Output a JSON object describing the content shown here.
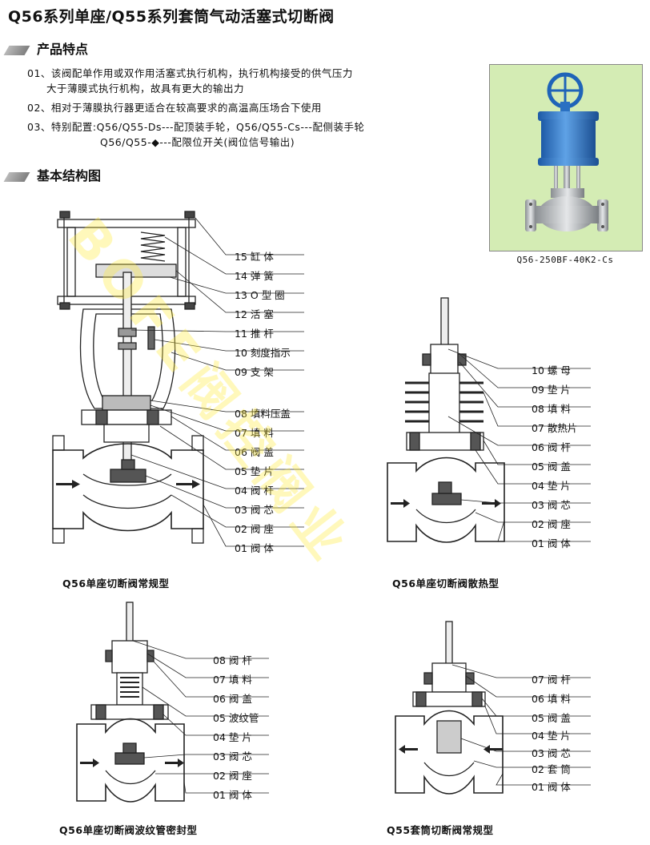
{
  "title": "Q56系列单座/Q55系列套筒气动活塞式切断阀",
  "features": {
    "heading": "产品特点",
    "lines": [
      "01、该阀配单作用或双作用活塞式执行机构，执行机构接受的供气压力",
      "大于薄膜式执行机构，故具有更大的输出力",
      "02、相对于薄膜执行器更适合在较高要求的高温高压场合下使用",
      "03、特别配置:Q56/Q55-Ds---配顶装手轮，Q56/Q55-Cs---配侧装手轮",
      "Q56/Q55-◆---配限位开关(阀位信号输出)"
    ]
  },
  "photo": {
    "caption": "Q56-250BF-40K2-Cs"
  },
  "structure": {
    "heading": "基本结构图"
  },
  "diagrams": {
    "d1": {
      "caption": "Q56单座切断阀常规型",
      "parts": [
        "15 缸    体",
        "14 弹    簧",
        "13 O 型 圈",
        "12 活    塞",
        "11 推    杆",
        "10 刻度指示",
        "09 支    架",
        "08 填料压盖",
        "07 填    料",
        "06 阀    盖",
        "05 垫    片",
        "04 阀    杆",
        "03 阀    芯",
        "02 阀    座",
        "01 阀    体"
      ]
    },
    "d2": {
      "caption": "Q56单座切断阀散热型",
      "parts": [
        "10 螺  母",
        "09 垫  片",
        "08 填  料",
        "07 散热片",
        "06 阀  杆",
        "05 阀  盖",
        "04 垫  片",
        "03 阀  芯",
        "02 阀  座",
        "01 阀  体"
      ]
    },
    "d3": {
      "caption": "Q56单座切断阀波纹管密封型",
      "parts": [
        "08 阀  杆",
        "07 填  料",
        "06 阀  盖",
        "05 波纹管",
        "04 垫  片",
        "03 阀  芯",
        "02 阀  座",
        "01 阀  体"
      ]
    },
    "d4": {
      "caption": "Q55套筒切断阀常规型",
      "parts": [
        "07 阀  杆",
        "06 填  料",
        "05 阀  盖",
        "04 垫  片",
        "03 阀  芯",
        "02 套  筒",
        "01 阀  体"
      ]
    }
  },
  "watermark": "BOFE阀控阀业",
  "colors": {
    "accent": "#7f7f7f",
    "photo_bg": "#d4ecb4",
    "actuator_blue": "#2f74c8",
    "watermark": "#ffea3c"
  }
}
